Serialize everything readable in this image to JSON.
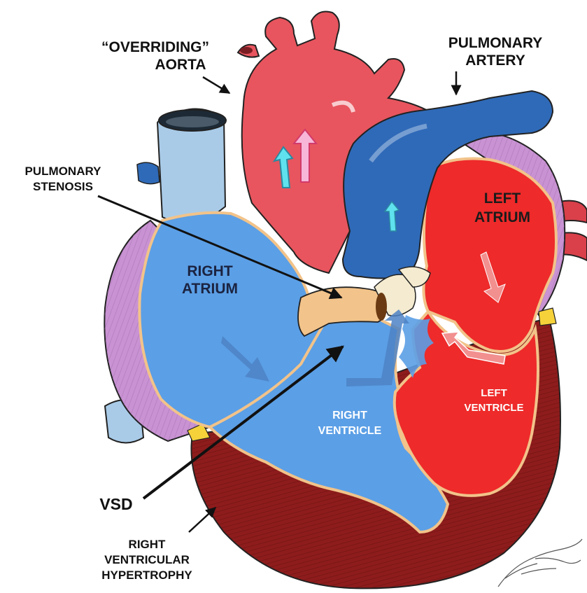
{
  "labels": {
    "aorta_line1": "“OVERRIDING”",
    "aorta_line2": "AORTA",
    "pulmonary_artery_line1": "PULMONARY",
    "pulmonary_artery_line2": "ARTERY",
    "pulmonary_stenosis_line1": "PULMONARY",
    "pulmonary_stenosis_line2": "STENOSIS",
    "right_atrium_line1": "RIGHT",
    "right_atrium_line2": "ATRIUM",
    "left_atrium_line1": "LEFT",
    "left_atrium_line2": "ATRIUM",
    "right_ventricle_line1": "RIGHT",
    "right_ventricle_line2": "VENTRICLE",
    "left_ventricle_line1": "LEFT",
    "left_ventricle_line2": "VENTRICLE",
    "vsd": "VSD",
    "rvh_line1": "RIGHT",
    "rvh_line2": "VENTRICULAR",
    "rvh_line3": "HYPERTROPHY"
  },
  "signature_text": "Steve Goldberg",
  "colors": {
    "deoxygenated_blue": "#5b9fe6",
    "pulmonary_blue": "#2f6ab8",
    "oxygenated_red": "#ee2a2a",
    "aorta_red": "#e8555e",
    "myocardium": "#8e1c1c",
    "pericardium_purple": "#c993d3",
    "vena_cava": "#a9cbe8",
    "valve_tan": "#f2c38a"
  }
}
